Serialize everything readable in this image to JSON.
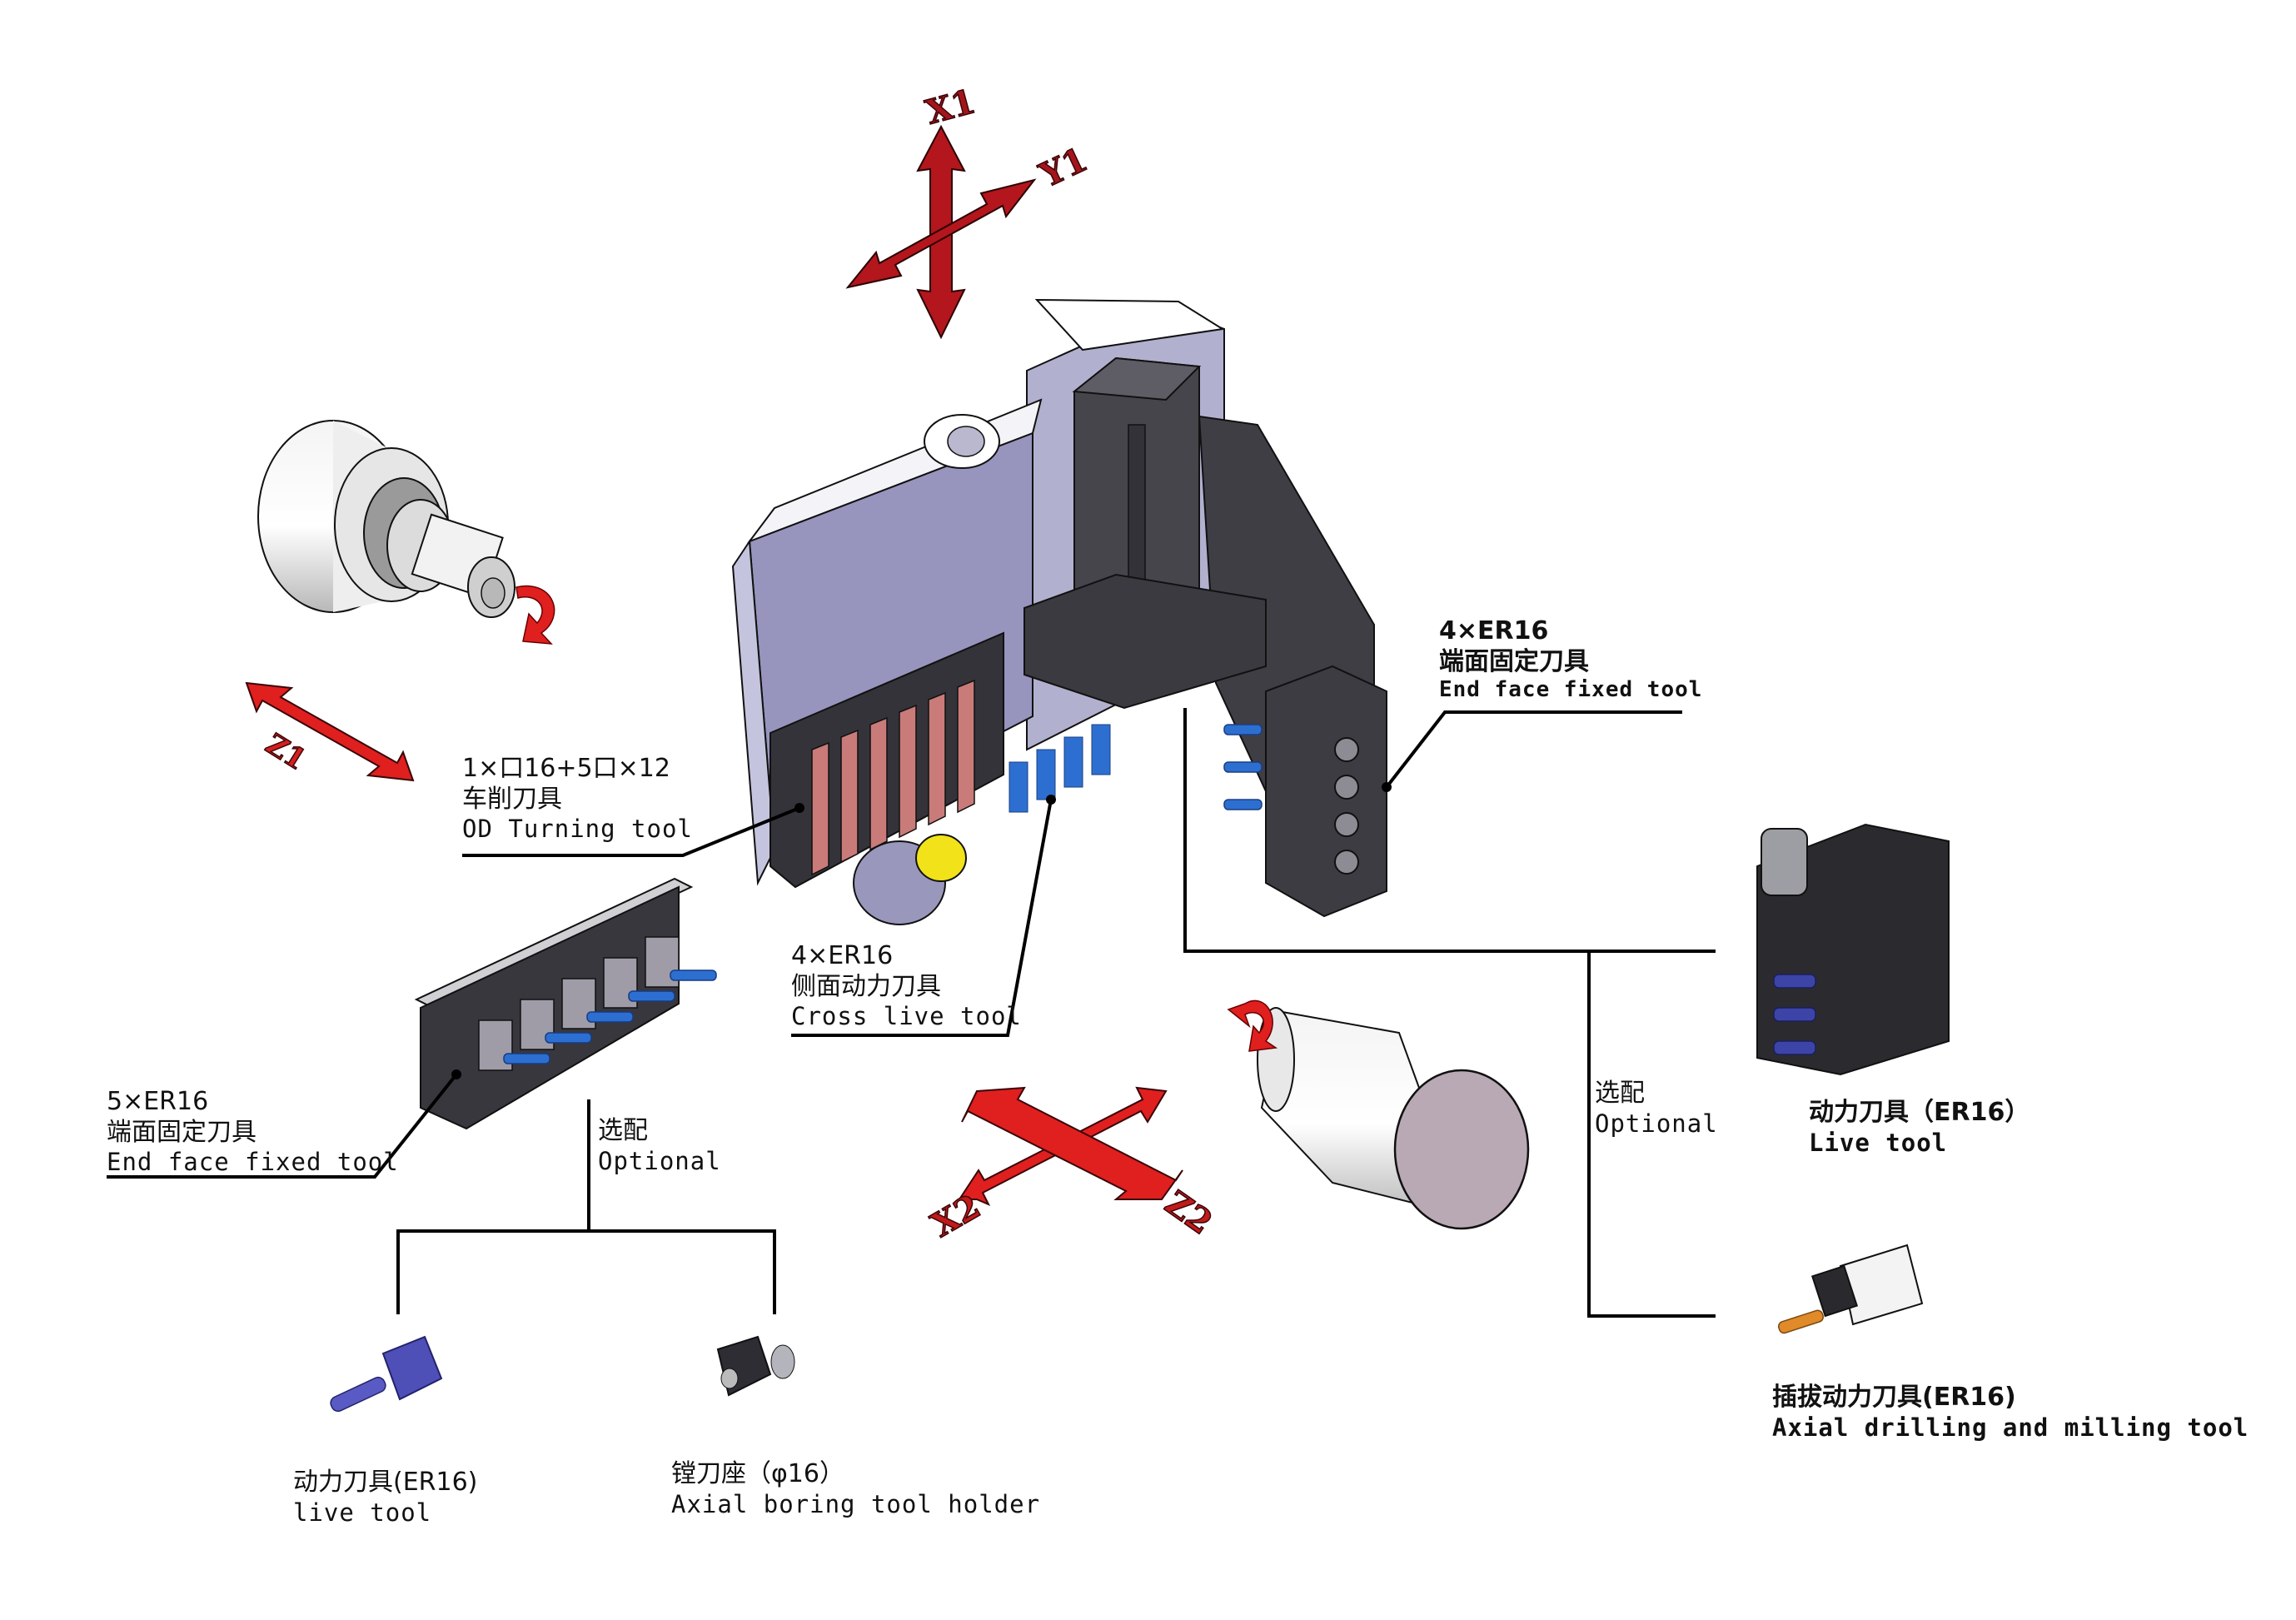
{
  "diagram": {
    "subject": "CNC gang-type turret tool layout",
    "colors": {
      "arrow_red": "#d81e1e",
      "arrow_dark_red": "#a3151b",
      "block_dark": "#3b3a40",
      "plate_lavender": "#9a97c0",
      "tool_holder_pink": "#c97b79",
      "drill_blue": "#2d6fd1",
      "live_tool_blue": "#4f4fb8",
      "drill_orange": "#e08a2a",
      "spindle_face": "#b9a9b4",
      "leader_line": "#000000"
    },
    "axes": {
      "upper_pair": {
        "vertical": "X1",
        "diagonal": "Y1"
      },
      "z1": "Z1",
      "lower_pair": {
        "left": "X2",
        "right": "Z2"
      }
    },
    "callouts": {
      "od_turning": {
        "spec": "1×口16+5口×12",
        "cn": "车削刀具",
        "en": "OD Turning tool"
      },
      "cross_live": {
        "spec": "4×ER16",
        "cn": "侧面动力刀具",
        "en": "Cross live tool"
      },
      "end_face_right": {
        "spec": "4×ER16",
        "cn": "端面固定刀具",
        "en": "End face fixed tool"
      },
      "end_face_left": {
        "spec": "5×ER16",
        "cn": "端面固定刀具",
        "en": "End face fixed tool"
      }
    },
    "optional_left": {
      "cn": "选配",
      "en": "Optional",
      "options": [
        {
          "cn": "动力刀具(ER16)",
          "en": "live tool"
        },
        {
          "cn": "镗刀座（φ16）",
          "en": "Axial boring tool holder"
        }
      ]
    },
    "optional_right": {
      "cn": "选配",
      "en": "Optional",
      "options": [
        {
          "cn": "动力刀具（ER16）",
          "en": "Live tool"
        },
        {
          "cn": "插拔动力刀具(ER16)",
          "en": "Axial drilling and milling tool"
        }
      ]
    }
  }
}
